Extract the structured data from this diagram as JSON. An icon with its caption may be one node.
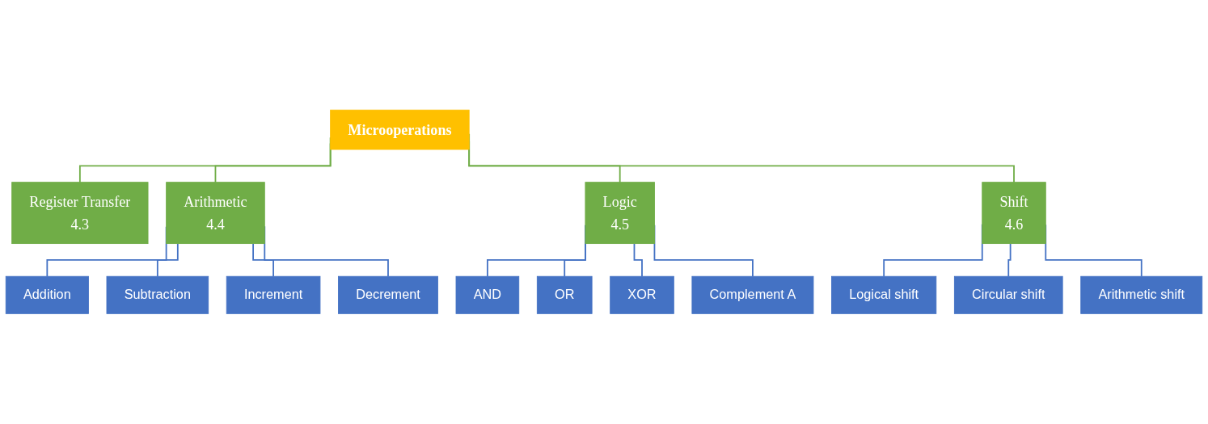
{
  "diagram": {
    "nodes": [
      {
        "text": [
          "Microoperations"
        ]
      },
      {
        "text": [
          "Register Transfer",
          "4.3"
        ]
      },
      {
        "text": [
          "Arithmetic",
          "4.4"
        ]
      },
      {
        "text": [
          "Logic",
          "4.5"
        ]
      },
      {
        "text": [
          "Shift",
          "4.6"
        ]
      },
      {
        "text": [
          "Addition"
        ]
      },
      {
        "text": [
          "Subtraction"
        ]
      },
      {
        "text": [
          "Increment"
        ]
      },
      {
        "text": [
          "Decrement"
        ]
      },
      {
        "text": [
          "AND"
        ]
      },
      {
        "text": [
          "OR"
        ]
      },
      {
        "text": [
          "XOR"
        ]
      },
      {
        "text": [
          "Complement A"
        ]
      },
      {
        "text": [
          "Logical shift"
        ]
      },
      {
        "text": [
          "Circular shift"
        ]
      },
      {
        "text": [
          "Arithmetic shift"
        ]
      }
    ],
    "edges": [
      {
        "from": 0,
        "to": 1,
        "arrow": "none",
        "color": "#70ad47"
      },
      {
        "from": 0,
        "to": 2,
        "arrow": "none",
        "color": "#70ad47"
      },
      {
        "from": 0,
        "to": 3,
        "arrow": "none",
        "color": "#70ad47"
      },
      {
        "from": 0,
        "to": 4,
        "arrow": "none",
        "color": "#70ad47"
      },
      {
        "from": 2,
        "to": 5,
        "arrow": "none"
      },
      {
        "from": 2,
        "to": 6,
        "arrow": "none"
      },
      {
        "from": 2,
        "to": 7,
        "arrow": "none"
      },
      {
        "from": 2,
        "to": 8,
        "arrow": "none"
      },
      {
        "from": 3,
        "to": 9,
        "arrow": "none"
      },
      {
        "from": 3,
        "to": 10,
        "arrow": "none"
      },
      {
        "from": 3,
        "to": 11,
        "arrow": "none"
      },
      {
        "from": 3,
        "to": 12,
        "arrow": "none"
      },
      {
        "from": 4,
        "to": 13,
        "arrow": "none"
      },
      {
        "from": 4,
        "to": 14,
        "arrow": "none"
      },
      {
        "from": 4,
        "to": 15,
        "arrow": "none"
      }
    ]
  }
}
